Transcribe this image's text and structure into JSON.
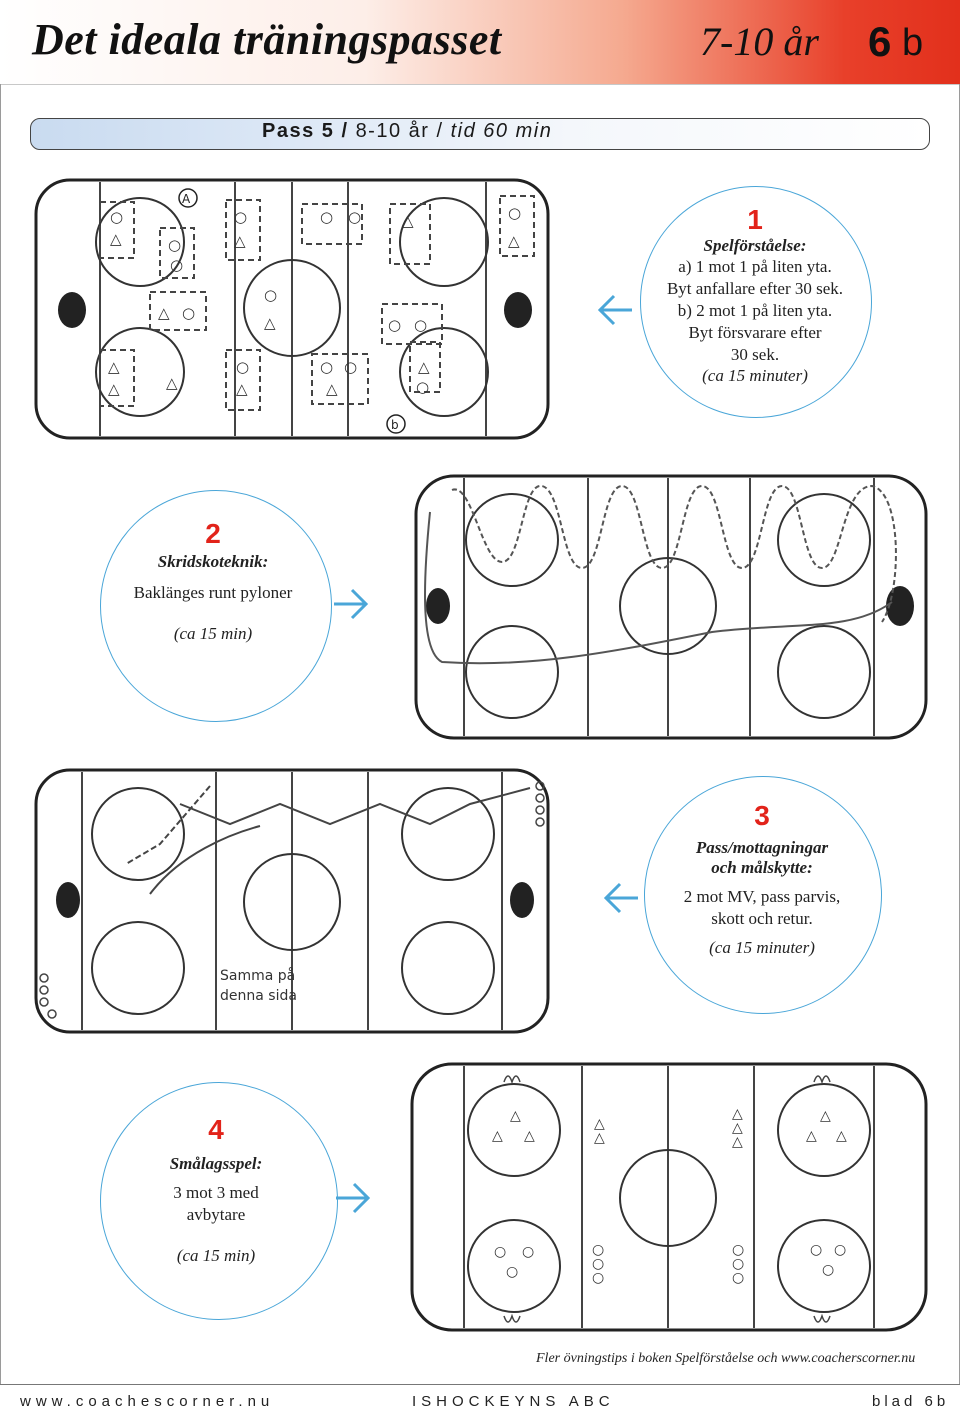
{
  "header": {
    "title": "Det ideala träningspasset",
    "age": "7-10 år",
    "sheet_number": "6",
    "sheet_letter": "b"
  },
  "session": {
    "pass": "Pass 5",
    "sep1": " / ",
    "age_range": "8-10 år",
    "sep2": " / ",
    "duration": "tid 60 min"
  },
  "exercises": [
    {
      "number": "1",
      "title": "Spelförståelse:",
      "lines": [
        "a) 1 mot 1 på liten yta.",
        "Byt anfallare efter 30 sek.",
        "b) 2 mot 1 på liten yta.",
        "Byt försvarare efter",
        "30 sek."
      ],
      "duration": "(ca 15 minuter)"
    },
    {
      "number": "2",
      "title": "Skridskoteknik:",
      "lines": [
        "Baklänges runt pyloner"
      ],
      "duration": "(ca 15 min)"
    },
    {
      "number": "3",
      "title_lines": [
        "Pass/mottagningar",
        "och målskytte:"
      ],
      "lines": [
        "2 mot MV, pass parvis,",
        "skott och retur."
      ],
      "duration": "(ca 15 minuter)"
    },
    {
      "number": "4",
      "title": "Smålagsspel:",
      "lines": [
        "3 mot 3 med",
        "avbytare"
      ],
      "duration": "(ca 15 min)"
    }
  ],
  "diagrams": {
    "rink1_labels": {
      "a": "A",
      "b": "b"
    },
    "rink3_note": [
      "Samma på",
      "denna sida"
    ]
  },
  "footnote": "Fler övningstips i boken Spelförståelse och www.coacherscorner.nu",
  "footer": {
    "left": "www.coachescorner.nu",
    "center": "ISHOCKEYNS ABC",
    "right": "blad 6b"
  },
  "colors": {
    "accent_red": "#e2231a",
    "callout_blue": "#4aa6d8",
    "bar_blue": "#c9dbf0"
  }
}
